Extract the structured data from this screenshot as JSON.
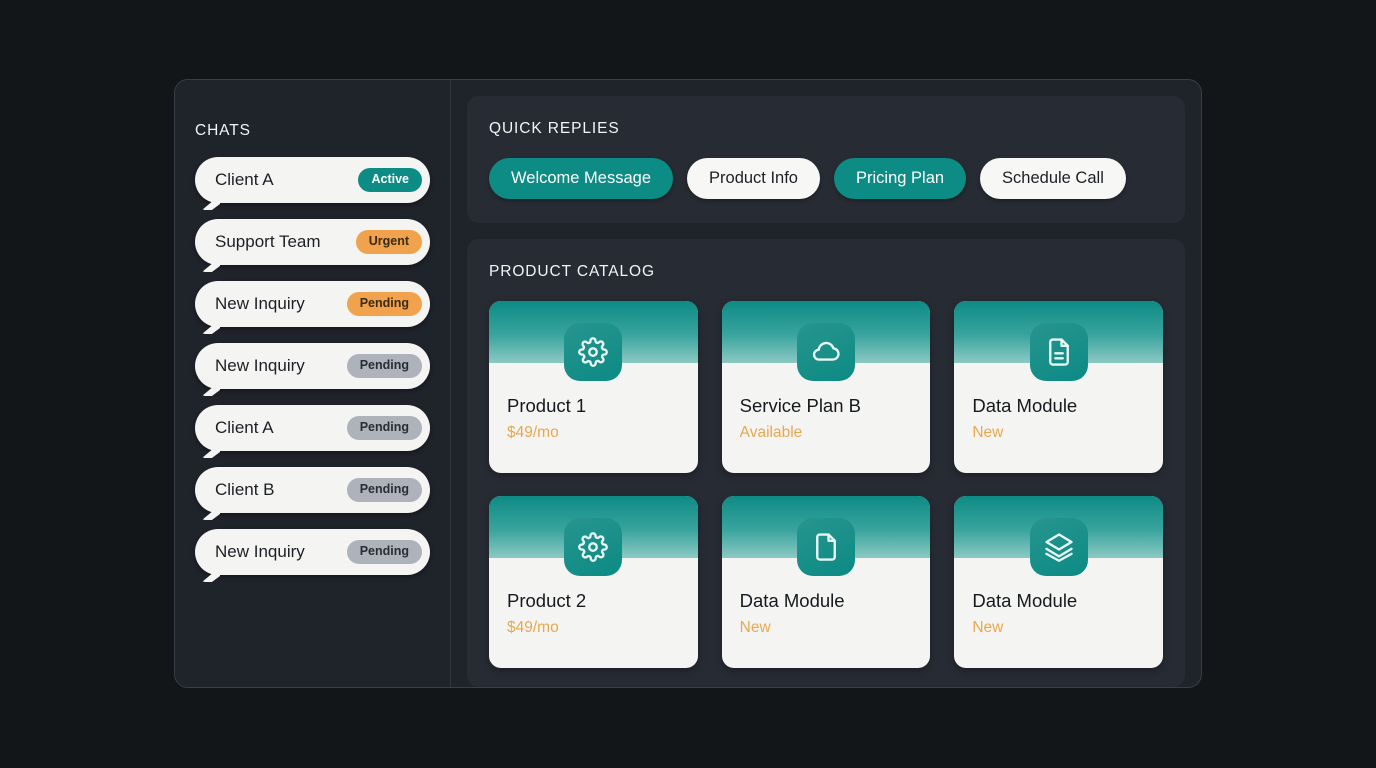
{
  "sidebar": {
    "title": "CHATS",
    "chats": [
      {
        "name": "Client A",
        "status": "Active",
        "status_style": "teal"
      },
      {
        "name": "Support Team",
        "status": "Urgent",
        "status_style": "orange"
      },
      {
        "name": "New Inquiry",
        "status": "Pending",
        "status_style": "orange"
      },
      {
        "name": "New Inquiry",
        "status": "Pending",
        "status_style": "gray"
      },
      {
        "name": "Client A",
        "status": "Pending",
        "status_style": "gray"
      },
      {
        "name": "Client B",
        "status": "Pending",
        "status_style": "gray"
      },
      {
        "name": "New Inquiry",
        "status": "Pending",
        "status_style": "gray"
      }
    ]
  },
  "quick_replies": {
    "title": "QUICK REPLIES",
    "items": [
      {
        "label": "Welcome Message",
        "style": "filled"
      },
      {
        "label": "Product Info",
        "style": "light"
      },
      {
        "label": "Pricing Plan",
        "style": "filled"
      },
      {
        "label": "Schedule Call",
        "style": "light"
      }
    ]
  },
  "catalog": {
    "title": "PRODUCT CATALOG",
    "products": [
      {
        "name": "Product 1",
        "meta": "$49/mo",
        "icon": "gear-icon"
      },
      {
        "name": "Service Plan B",
        "meta": "Available",
        "icon": "cloud-icon"
      },
      {
        "name": "Data Module",
        "meta": "New",
        "icon": "document-lines-icon"
      },
      {
        "name": "Product 2",
        "meta": "$49/mo",
        "icon": "gear-icon"
      },
      {
        "name": "Data Module",
        "meta": "New",
        "icon": "document-icon"
      },
      {
        "name": "Data Module",
        "meta": "New",
        "icon": "layers-icon"
      }
    ]
  },
  "colors": {
    "accent_teal": "#0d8b85",
    "badge_orange": "#f1a24c",
    "badge_gray": "#adb2bb",
    "meta_orange": "#e8a84f",
    "window_bg": "#1f232a",
    "page_bg": "#131619"
  }
}
